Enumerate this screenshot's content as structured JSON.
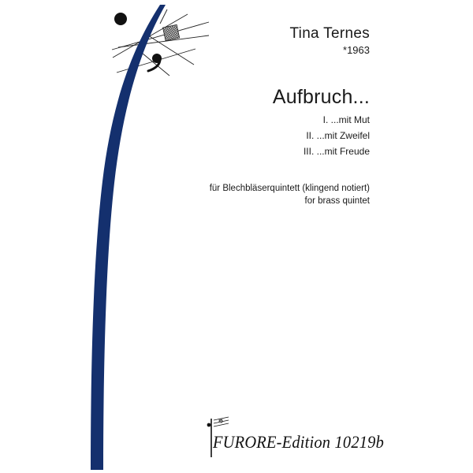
{
  "composer": {
    "name": "Tina Ternes",
    "born": "*1963"
  },
  "work": {
    "title": "Aufbruch...",
    "movements": [
      "I. ...mit Mut",
      "II. ...mit Zweifel",
      "III. ...mit Freude"
    ]
  },
  "instrumentation": {
    "german": "für Blechbläserquintett (klingend notiert)",
    "english": "for brass quintet"
  },
  "publisher": {
    "label": "FURORE-Edition 10219b"
  },
  "colors": {
    "accent_stem": "#14306e",
    "background": "#ffffff",
    "text": "#1a1a1a"
  },
  "icons": [
    "musical-note-stem-graphic",
    "quarter-rest-icon",
    "publisher-logo-icon"
  ]
}
